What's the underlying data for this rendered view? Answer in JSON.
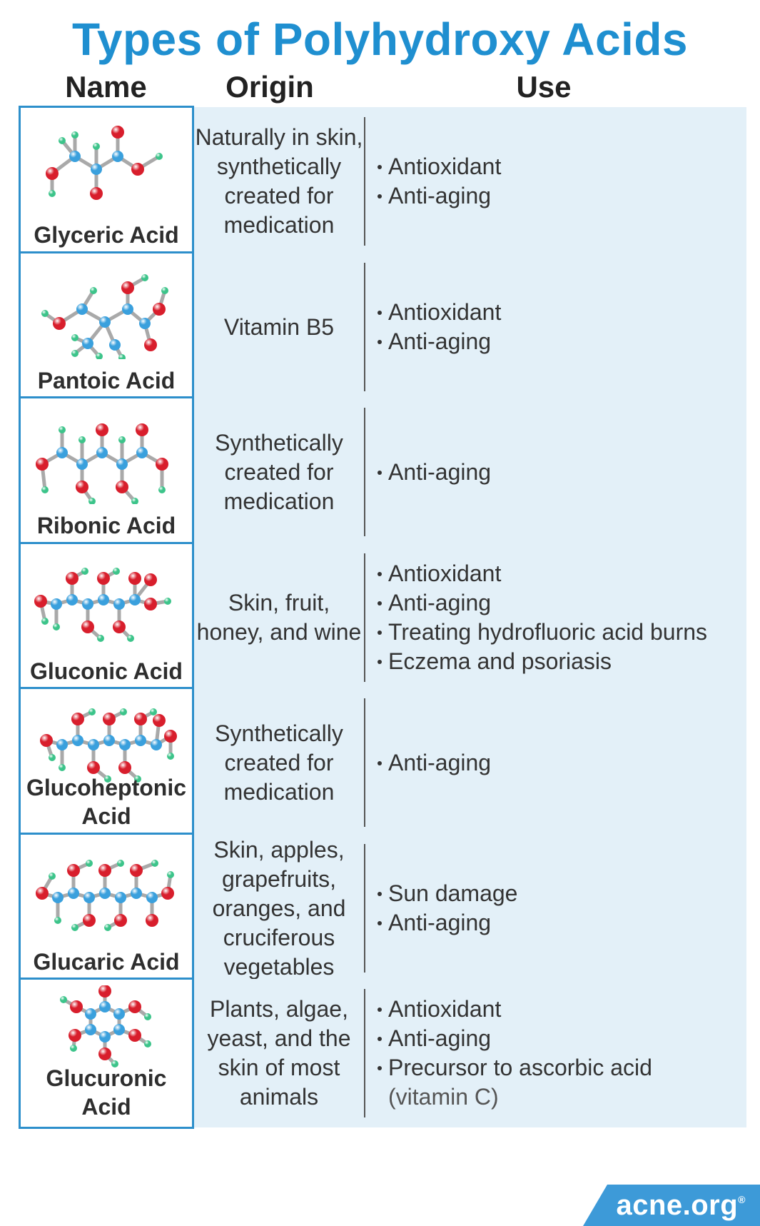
{
  "title": "Types of Polyhydroxy Acids",
  "headers": {
    "name": "Name",
    "origin": "Origin",
    "use": "Use"
  },
  "rows": [
    {
      "name": "Glyceric Acid",
      "origin": "Naturally in skin, synthetically created for medication",
      "uses": [
        "Antioxidant",
        "Anti-aging"
      ],
      "note": ""
    },
    {
      "name": "Pantoic Acid",
      "origin": "Vitamin B5",
      "uses": [
        "Antioxidant",
        "Anti-aging"
      ],
      "note": ""
    },
    {
      "name": "Ribonic Acid",
      "origin": "Synthetically created for medication",
      "uses": [
        "Anti-aging"
      ],
      "note": ""
    },
    {
      "name": "Gluconic Acid",
      "origin": "Skin, fruit, honey, and wine",
      "uses": [
        "Antioxidant",
        "Anti-aging",
        "Treating hydrofluoric acid burns",
        "Eczema and psoriasis"
      ],
      "note": ""
    },
    {
      "name": "Glucoheptonic Acid",
      "origin": "Synthetically created for medication",
      "uses": [
        "Anti-aging"
      ],
      "note": ""
    },
    {
      "name": "Glucaric Acid",
      "origin": "Skin, apples, grapefruits, oranges, and cruciferous vegetables",
      "uses": [
        "Sun damage",
        "Anti-aging"
      ],
      "note": ""
    },
    {
      "name": "Glucuronic Acid",
      "origin": "Plants, algae, yeast, and the skin of most animals",
      "uses": [
        "Antioxidant",
        "Anti-aging",
        "Precursor to ascorbic acid"
      ],
      "note": "(vitamin C)"
    }
  ],
  "logo": {
    "text": "acne.org",
    "mark": "®"
  },
  "colors": {
    "title": "#1f8fd0",
    "box_border": "#2d8fcb",
    "band": "#e3f0f8",
    "carbon": "#3aa0dd",
    "oxygen": "#d81e2c",
    "hydrogen": "#3cc48a",
    "bond": "#a9a9a9"
  }
}
